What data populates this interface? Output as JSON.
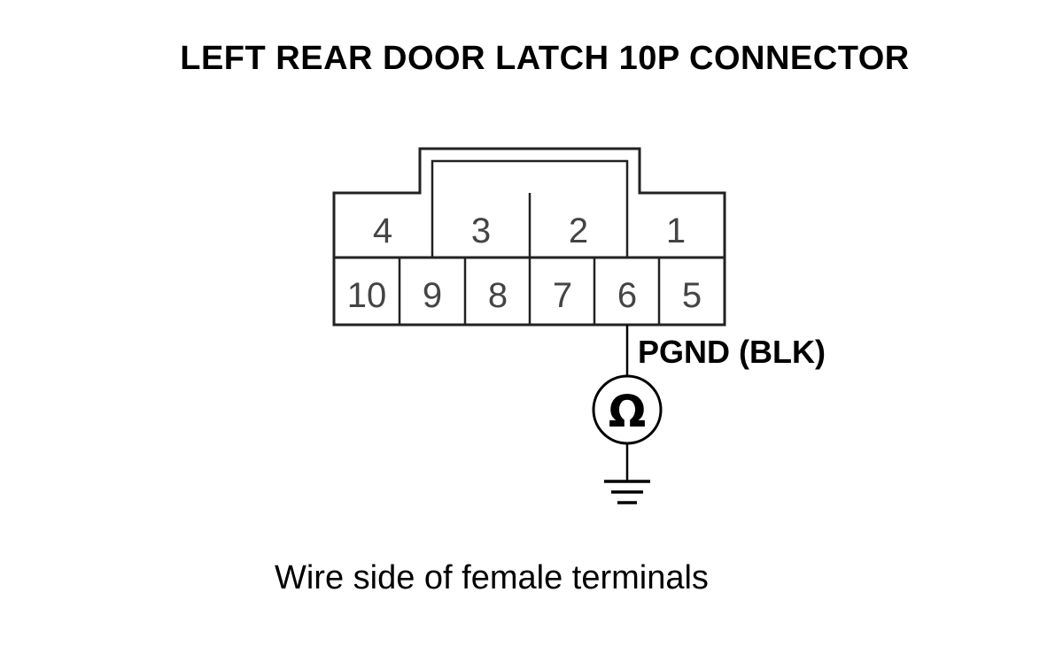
{
  "title": "LEFT REAR DOOR LATCH 10P CONNECTOR",
  "connector": {
    "top_row": [
      "4",
      "3",
      "2",
      "1"
    ],
    "bottom_row": [
      "10",
      "9",
      "8",
      "7",
      "6",
      "5"
    ]
  },
  "wire_label": "PGND (BLK)",
  "meter_symbol": "Ω",
  "caption": "Wire side of female terminals"
}
